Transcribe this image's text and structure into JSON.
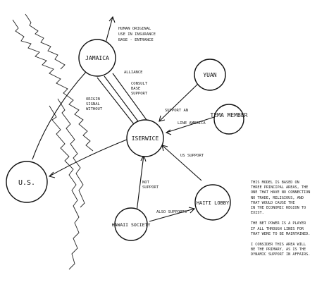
{
  "nodes": [
    {
      "id": "jamaica",
      "label": "JAMAICA"
    },
    {
      "id": "center",
      "label": "ISERWICE"
    },
    {
      "id": "yuan",
      "label": "YUAN"
    },
    {
      "id": "member",
      "label": "TEMA MEMBER"
    },
    {
      "id": "us",
      "label": "U.S."
    },
    {
      "id": "haiti",
      "label": "HAITI LOBBY"
    },
    {
      "id": "hawaii",
      "label": "HAWAII SOCIETY"
    }
  ],
  "edge_labels": {
    "jamaica_out": [
      "HUMAN ORIGINAL",
      "USE IN INSURANCE",
      "BASE - ENTRANCE"
    ],
    "jamaica_center_a": [
      "ORIGIN",
      "SIGNAL",
      "WITHOUT"
    ],
    "jamaica_center_b": [
      "CONSULT",
      "BASE",
      "SUPPORT"
    ],
    "jamaica_center_c": [
      "ALLIANCE"
    ],
    "yuan_center": [
      "SUPPORT AN"
    ],
    "member_center": [
      "LINE AMERICA"
    ],
    "us_center": [
      "US SUPPORT"
    ],
    "hawaii_center": [
      "NOT",
      "SUPPORT"
    ],
    "hawaii_haiti": [
      "ALSO SUPPORTS"
    ]
  },
  "notes": [
    [
      "THIS MODEL IS BASED ON",
      "THREE PRINCIPAL AREAS, THE",
      "ONE THAT HAVE NO CONNECTION",
      "NO TRADE, RELIGIOUS, AND",
      "THAT WOULD CAUSE THE",
      "IN THE ECONOMIC REGION TO",
      "EXIST."
    ],
    [
      "THE NET POWER IS A PLAYER",
      "IF ALL THROUGH LINES FOR",
      "THAT WERE TO BE MAINTAINED."
    ],
    [
      "I CONSIDER THIS AREA WILL",
      "BE THE PRIMARY, AS IS THE",
      "DYNAMIC SUPPORT IN AFFAIRS."
    ]
  ]
}
